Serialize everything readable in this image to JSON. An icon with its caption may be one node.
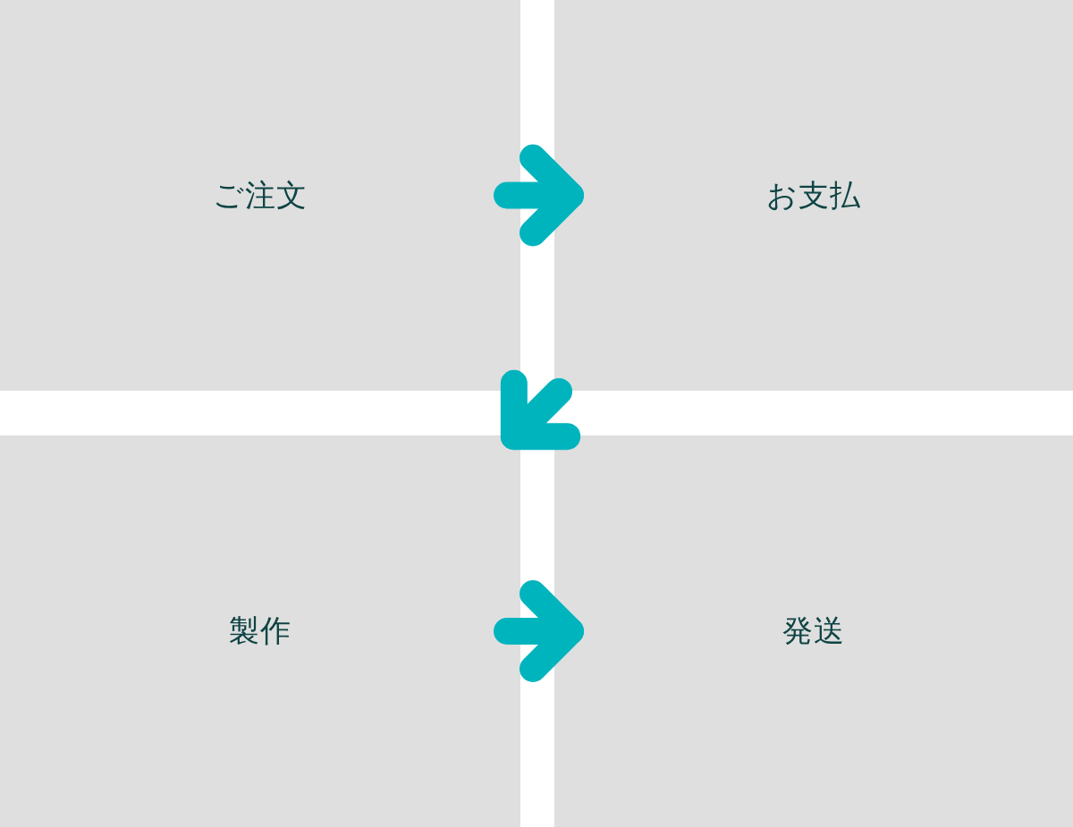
{
  "diagram": {
    "nodes": [
      {
        "text": [
          "ご注文"
        ]
      },
      {
        "text": [
          "お支払"
        ]
      },
      {
        "text": [
          "製作"
        ]
      },
      {
        "text": [
          "発送"
        ]
      }
    ],
    "edges": [
      {
        "from": 0,
        "to": 1,
        "arrow": "to"
      },
      {
        "from": 1,
        "to": 2,
        "arrow": "to"
      },
      {
        "from": 2,
        "to": 3,
        "arrow": "to"
      }
    ]
  }
}
